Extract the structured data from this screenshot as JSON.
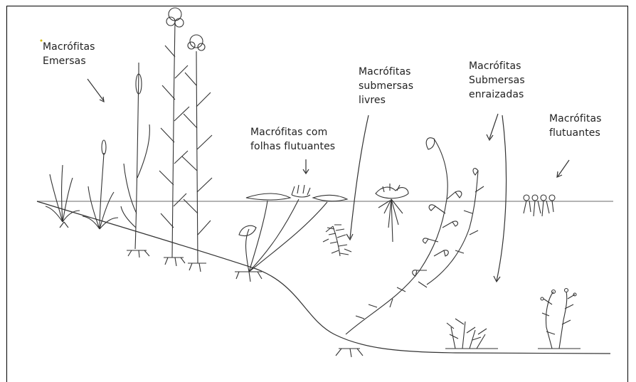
{
  "labels": {
    "emersas": "Macrófitas\nEmersas",
    "folhas_flutuantes": "Macrófitas com\nfolhas flutuantes",
    "submersas_livres": "Macrófitas\nsubmersas\nlivres",
    "submersas_enraizadas": "Macrófitas\nSubmersas\nenraizadas",
    "flutuantes": "Macrófitas\nflutuantes"
  },
  "colors": {
    "ink": "#222222",
    "water_line": "#888888",
    "accent_dot": "#d4b800"
  }
}
